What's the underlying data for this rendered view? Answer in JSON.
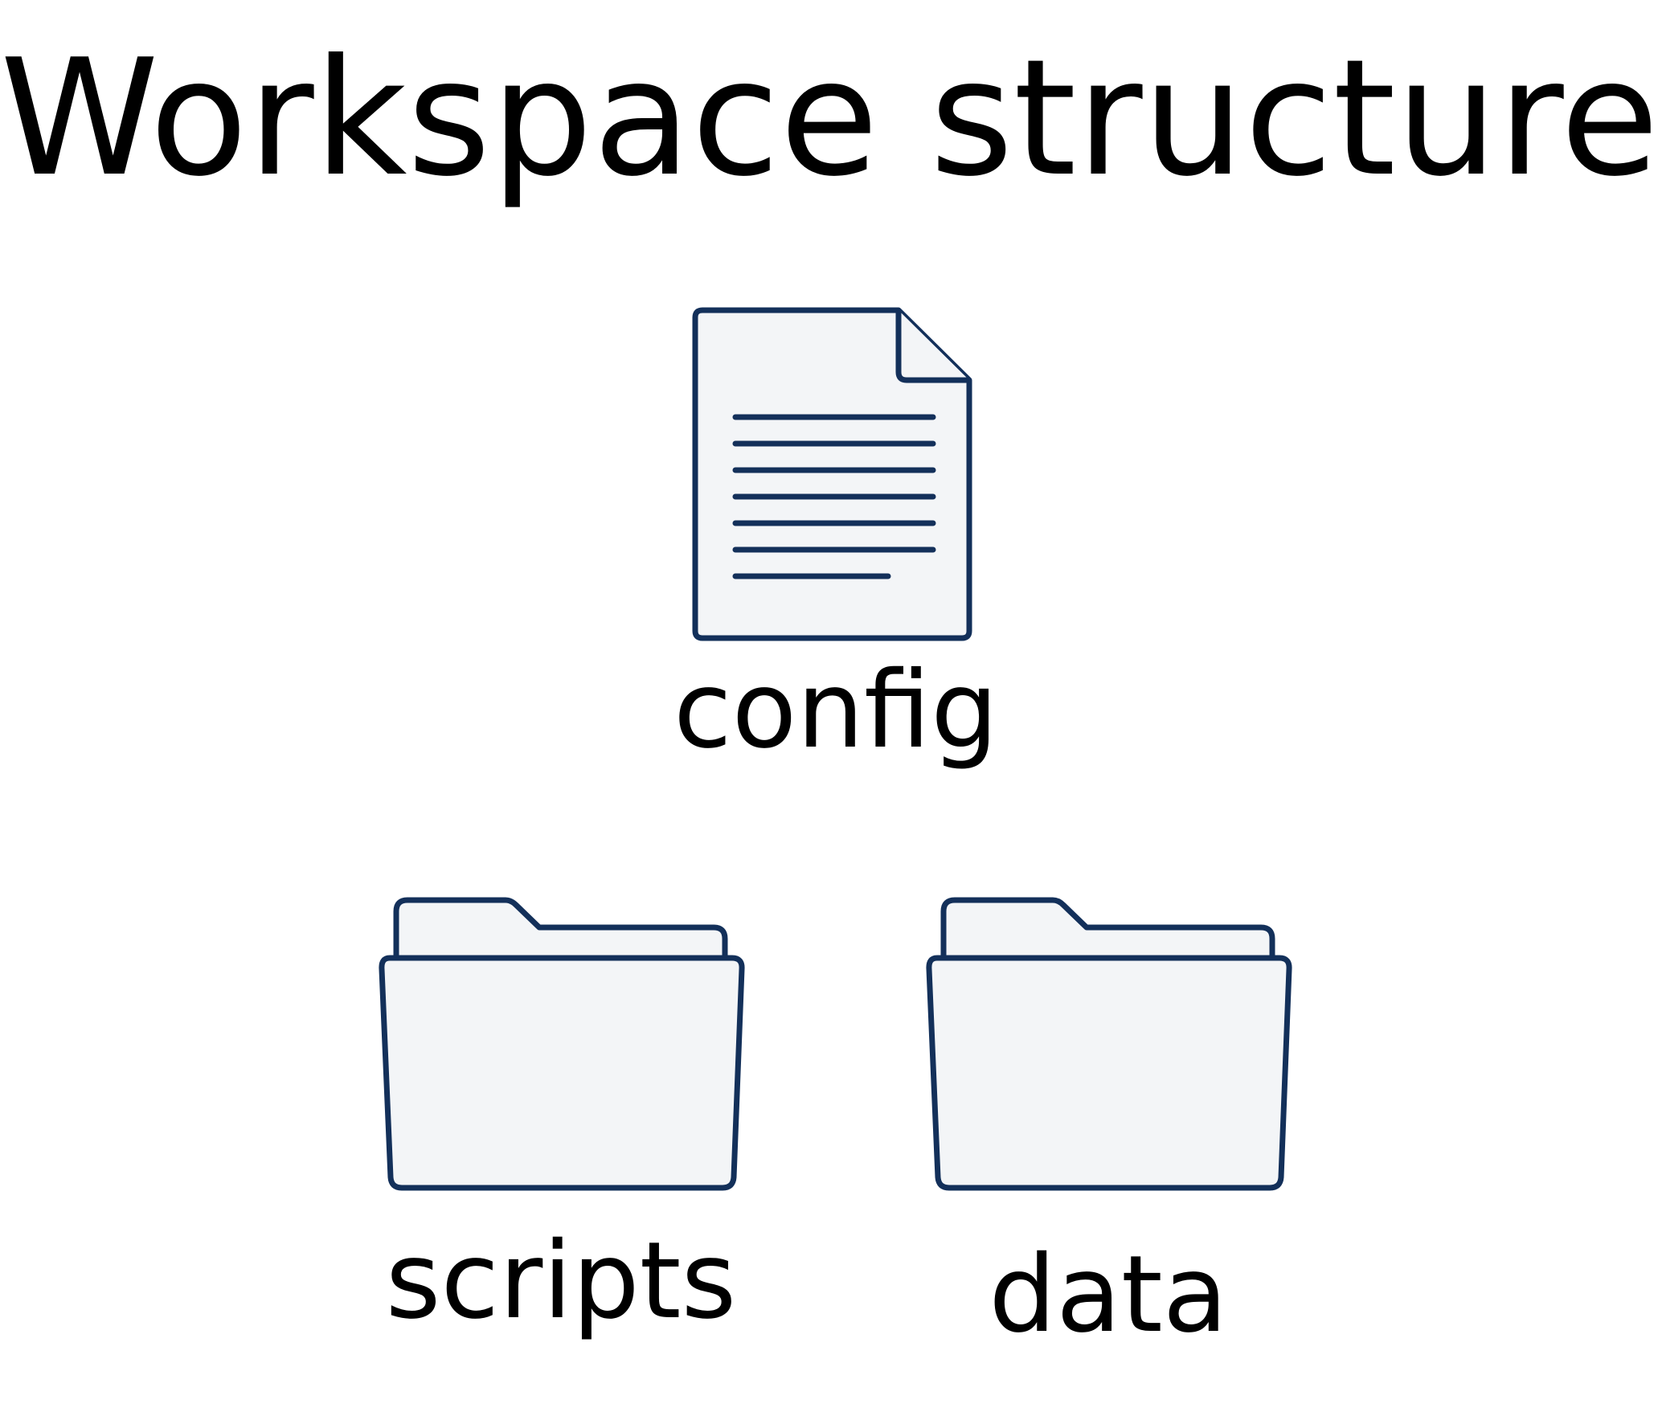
{
  "title": "Workspace structure",
  "colors": {
    "icon_stroke": "#13305a",
    "icon_fill": "#f3f5f7",
    "text": "#000000",
    "background": "#ffffff"
  },
  "items": [
    {
      "label": "config",
      "icon": "document-icon"
    },
    {
      "label": "scripts",
      "icon": "folder-icon"
    },
    {
      "label": "data",
      "icon": "folder-icon"
    }
  ]
}
